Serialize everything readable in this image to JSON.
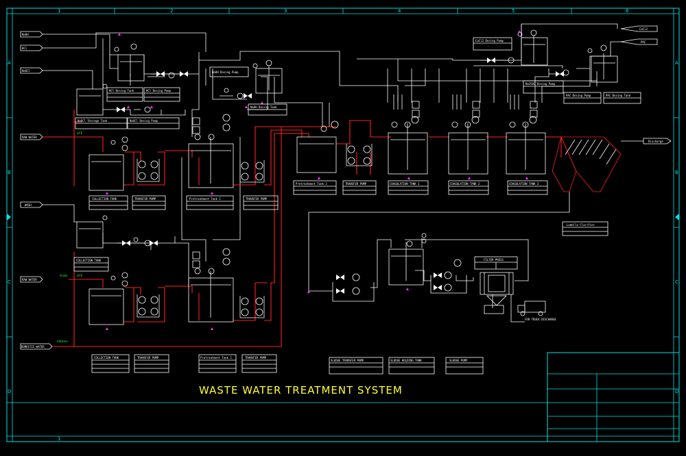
{
  "title": "WASTE WATER TREATMENT SYSTEM",
  "colors": {
    "frame": "#00e5e5",
    "pipe": "#ffffff",
    "wastewater": "#ff2020",
    "title": "#ffff33",
    "tag": "#22ff22",
    "marker": "#ff33ff"
  },
  "grid": {
    "columns": [
      "1",
      "2",
      "3",
      "4",
      "5",
      "6"
    ],
    "rows": [
      "A",
      "B",
      "C",
      "D"
    ]
  },
  "inlets": [
    "NaOH",
    "HCl",
    "NaOCl",
    "RAW WATER",
    "WASH",
    "RAW WATER",
    "DOMESTIC WATER"
  ],
  "outlets": [
    "CaCl2",
    "PAC",
    "Discharge"
  ],
  "tags": [
    "LIFE",
    "LIFE",
    "Acidic",
    "Alkaline"
  ],
  "dosing": [
    "NaOCl Storage Tank",
    "NaOCl Dosing Pump",
    "HCl Dosing Tank",
    "HCl Dosing Pump",
    "NaOH Dosing Pump",
    "NaOH Dosing Tank",
    "CaCl2 Dosing Pump",
    "Na2SO3 Dosing Pump",
    "PAC Dosing Pump",
    "PAC Dosing Tank"
  ],
  "units": [
    "COLLECTION TANK",
    "TRANSFER PUMP",
    "Pretreatment Tank 1",
    "TRANSFER PUMP",
    "COLLECTION TANK",
    "Pretreatment Tank 2",
    "TRANSFER PUMP",
    "COAGULATION TANK 1",
    "COAGULATION TANK 2",
    "COAGULATION TANK 3",
    "Lamella Clarifier",
    "FILTER PRESS",
    "FOR TRUCK DISCHARGE"
  ],
  "legend": [
    "COLLECTION TANK",
    "TRANSFER PUMP",
    "Pretreatment Tank 2",
    "TRANSFER PUMP",
    "SLUDGE TRANSFER PUMP",
    "SLUDGE HOLDING TANK",
    "SLUDGE PUMP"
  ]
}
